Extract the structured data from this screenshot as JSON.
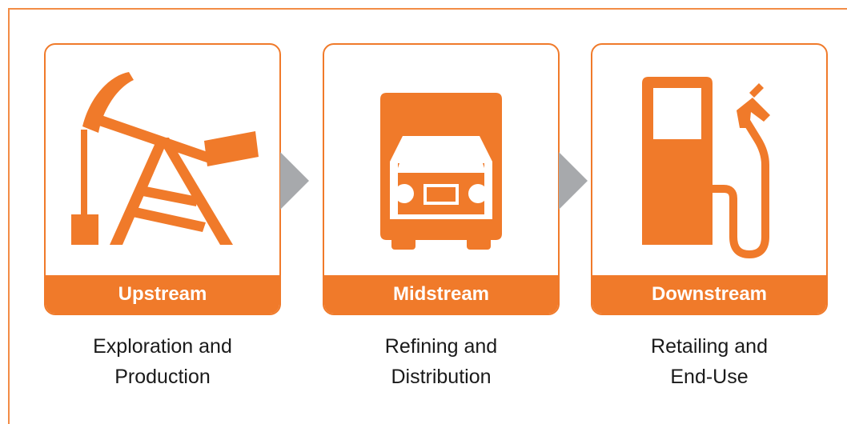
{
  "accent_color": "#f07a2a",
  "arrow_color": "#a7a9ac",
  "stages": [
    {
      "icon": "pumpjack-icon",
      "label": "Upstream",
      "caption": [
        "Exploration and",
        "Production"
      ]
    },
    {
      "icon": "truck-icon",
      "label": "Midstream",
      "caption": [
        "Refining and",
        "Distribution"
      ]
    },
    {
      "icon": "fuel-pump-icon",
      "label": "Downstream",
      "caption": [
        "Retailing and",
        "End-Use"
      ]
    }
  ]
}
